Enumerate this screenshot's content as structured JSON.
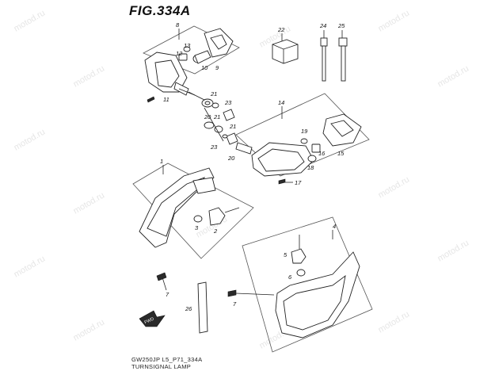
{
  "figure": {
    "title": "FIG.334A",
    "footer_line1": "GW250JP L5_P71_334A",
    "footer_line2": "TURNSIGNAL LAMP",
    "watermark": "motod.ru",
    "arrow_label": "FWD"
  },
  "callouts": [
    "8",
    "13",
    "12",
    "9",
    "10",
    "11",
    "22",
    "24",
    "25",
    "14",
    "21",
    "23",
    "20",
    "19",
    "16",
    "15",
    "18",
    "17",
    "1",
    "3",
    "2",
    "7",
    "4",
    "5",
    "6",
    "26"
  ]
}
